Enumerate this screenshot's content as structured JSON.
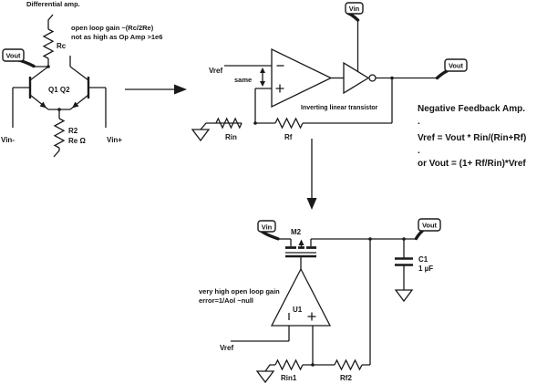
{
  "colors": {
    "ink": "#1a1a1a",
    "background": "#ffffff"
  },
  "diff_amp": {
    "title": "Differential amp.",
    "note1": "open loop gain ~(Rc/2Re)",
    "note2": "not as high as Op Amp >1e6",
    "rc": "Rc",
    "pair": "Q1 Q2",
    "r2": "R2",
    "r2_value": "Re Ω",
    "vout_tag": "Vout",
    "vin_neg": "Vin-",
    "vin_pos": "Vin+"
  },
  "nfb_amp": {
    "vref": "Vref",
    "same": "same",
    "caption": "Inverting linear transistor",
    "vin_tag": "Vin",
    "vout_tag": "Vout",
    "rin": "Rin",
    "rf": "Rf"
  },
  "notes": {
    "heading": "Negative Feedback Amp.",
    "dot1": ".",
    "line1": "Vref = Vout * Rin/(Rin+Rf)",
    "dot2": ".",
    "line2": "or Vout = (1+ Rf/Rin)*Vref"
  },
  "mos_stage": {
    "vin_tag": "Vin",
    "vout_tag": "Vout",
    "m2": "M2",
    "u1": "U1",
    "note1": "very high open loop gain",
    "note2": "error=1/Aol ~null",
    "vref": "Vref",
    "rin1": "Rin1",
    "rf2": "Rf2",
    "c1": "C1",
    "c1_value": "1 µF"
  }
}
